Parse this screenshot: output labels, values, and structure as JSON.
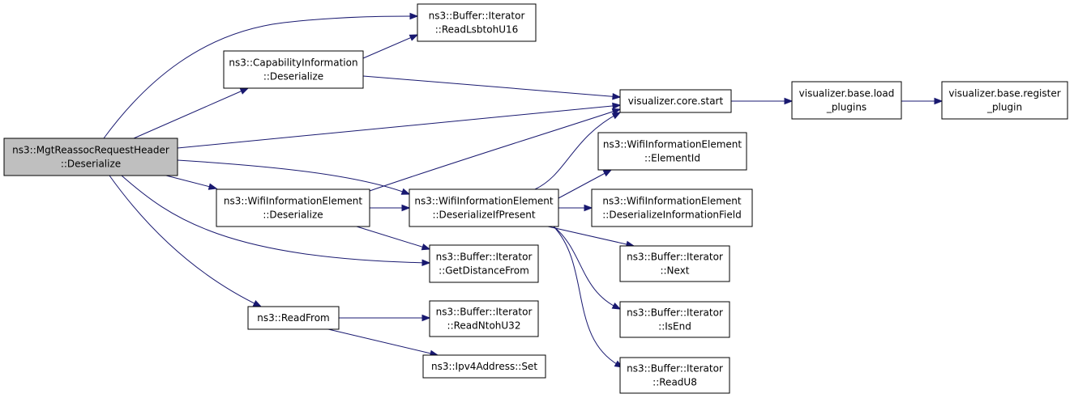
{
  "colors": {
    "node_fill": "#ffffff",
    "focus_fill": "#bfbfbf",
    "edge": "#191970",
    "border": "#000000"
  },
  "nodes": [
    {
      "id": "mgt",
      "lines": [
        "ns3::MgtReassocRequestHeader",
        "::Deserialize"
      ],
      "focus": true
    },
    {
      "id": "cap",
      "lines": [
        "ns3::CapabilityInformation",
        "::Deserialize"
      ]
    },
    {
      "id": "rlsb",
      "lines": [
        "ns3::Buffer::Iterator",
        "::ReadLsbtohU16"
      ]
    },
    {
      "id": "vcs",
      "lines": [
        "visualizer.core.start"
      ]
    },
    {
      "id": "vbl",
      "lines": [
        "visualizer.base.load",
        "_plugins"
      ]
    },
    {
      "id": "vbr",
      "lines": [
        "visualizer.base.register",
        "_plugin"
      ]
    },
    {
      "id": "wie",
      "lines": [
        "ns3::WifiInformationElement",
        "::Deserialize"
      ]
    },
    {
      "id": "wdp",
      "lines": [
        "ns3::WifiInformationElement",
        "::DeserializeIfPresent"
      ]
    },
    {
      "id": "weid",
      "lines": [
        "ns3::WifiInformationElement",
        "::ElementId"
      ]
    },
    {
      "id": "wdif",
      "lines": [
        "ns3::WifiInformationElement",
        "::DeserializeInformationField"
      ]
    },
    {
      "id": "gdf",
      "lines": [
        "ns3::Buffer::Iterator",
        "::GetDistanceFrom"
      ]
    },
    {
      "id": "next",
      "lines": [
        "ns3::Buffer::Iterator",
        "::Next"
      ]
    },
    {
      "id": "isend",
      "lines": [
        "ns3::Buffer::Iterator",
        "::IsEnd"
      ]
    },
    {
      "id": "ru8",
      "lines": [
        "ns3::Buffer::Iterator",
        "::ReadU8"
      ]
    },
    {
      "id": "rfrom",
      "lines": [
        "ns3::ReadFrom"
      ]
    },
    {
      "id": "rn32",
      "lines": [
        "ns3::Buffer::Iterator",
        "::ReadNtohU32"
      ]
    },
    {
      "id": "ipv4",
      "lines": [
        "ns3::Ipv4Address::Set"
      ]
    }
  ],
  "edges": [
    [
      "mgt",
      "rlsb"
    ],
    [
      "mgt",
      "cap"
    ],
    [
      "mgt",
      "vcs"
    ],
    [
      "mgt",
      "wie"
    ],
    [
      "mgt",
      "wdp"
    ],
    [
      "mgt",
      "gdf"
    ],
    [
      "mgt",
      "rfrom"
    ],
    [
      "cap",
      "rlsb"
    ],
    [
      "cap",
      "vcs"
    ],
    [
      "vcs",
      "vbl"
    ],
    [
      "vbl",
      "vbr"
    ],
    [
      "wie",
      "vcs"
    ],
    [
      "wie",
      "wdp"
    ],
    [
      "wie",
      "gdf"
    ],
    [
      "wdp",
      "vcs"
    ],
    [
      "wdp",
      "weid"
    ],
    [
      "wdp",
      "wdif"
    ],
    [
      "wdp",
      "next"
    ],
    [
      "wdp",
      "isend"
    ],
    [
      "wdp",
      "ru8"
    ],
    [
      "rfrom",
      "rn32"
    ],
    [
      "rfrom",
      "ipv4"
    ]
  ]
}
